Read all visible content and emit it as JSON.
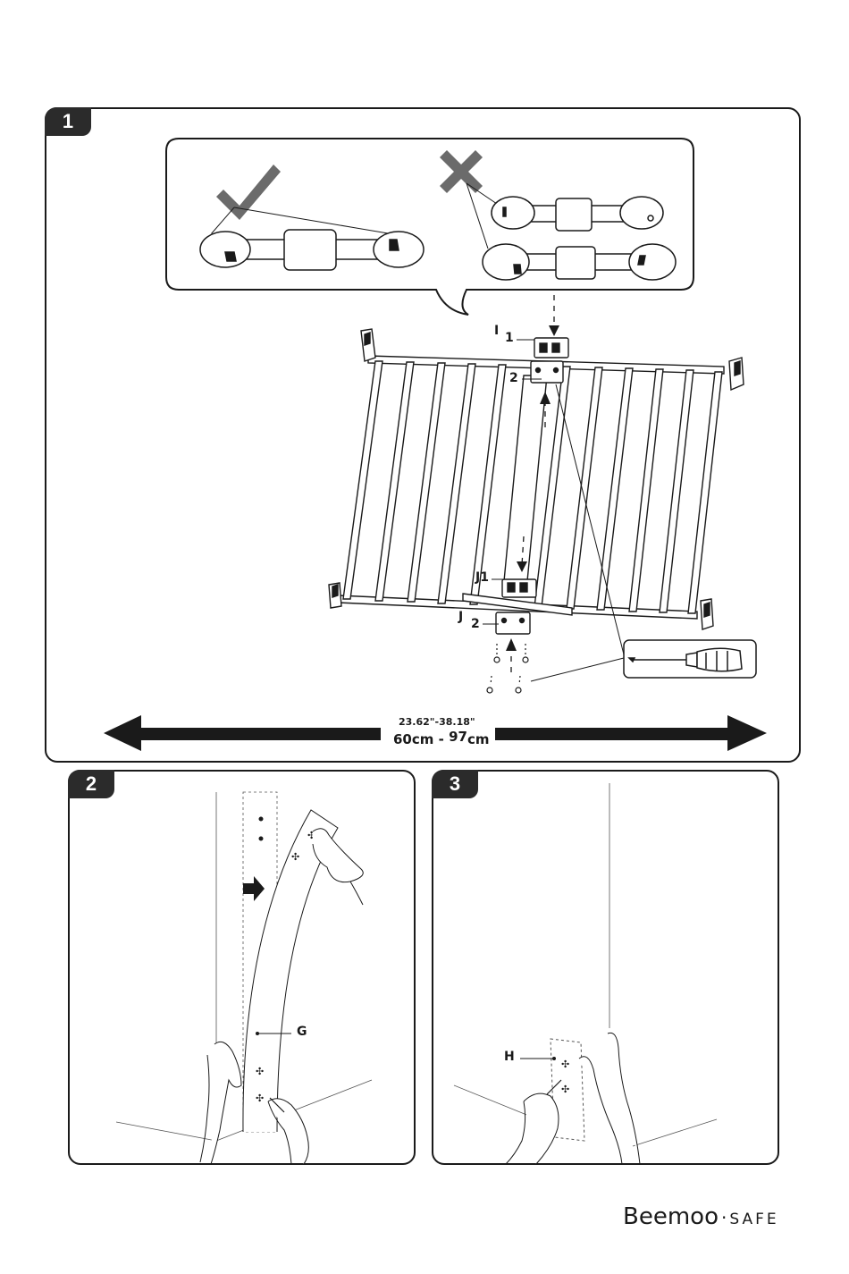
{
  "steps": [
    {
      "number": "1"
    },
    {
      "number": "2"
    },
    {
      "number": "3"
    }
  ],
  "step1": {
    "callouts": {
      "I": "I",
      "I1": "1",
      "I2": "2",
      "J1": "J1",
      "J": "J",
      "J2": "2"
    },
    "dimension_inches": "23.62\"-38.18\"",
    "dimension_cm_min": "60",
    "dimension_cm_sep": "cm -",
    "dimension_cm_max": "97",
    "dimension_cm_unit": "cm",
    "icons": [
      "check-icon",
      "cross-icon",
      "screwdriver-icon"
    ]
  },
  "step2": {
    "part_label": "G"
  },
  "step3": {
    "part_label": "H"
  },
  "brand": {
    "name": "Beemoo",
    "separator": "·",
    "suffix": "SAFE"
  }
}
